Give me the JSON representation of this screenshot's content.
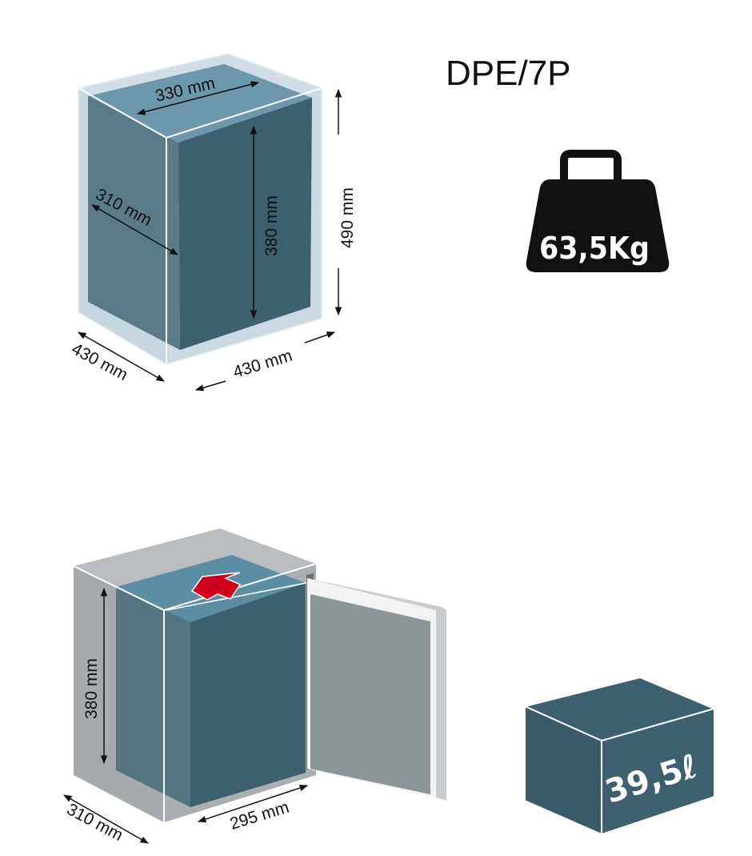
{
  "model": "DPE/7P",
  "weight": "63,5Kg",
  "volume": "39,5ℓ",
  "outer_dimensions": {
    "width": "430 mm",
    "depth": "430 mm",
    "height": "490 mm"
  },
  "inner_dimensions": {
    "width": "330 mm",
    "depth": "310 mm",
    "height": "380 mm"
  },
  "opening_dimensions": {
    "width": "295 mm",
    "depth": "310 mm",
    "height": "380 mm"
  },
  "colors": {
    "face_front": "#3d5f6e",
    "face_side": "#5a7a87",
    "face_top": "#6d97ab",
    "outer_glass": "#cfdde6",
    "gray_box": "#a9aeb0",
    "arrow": "#d0021b"
  }
}
